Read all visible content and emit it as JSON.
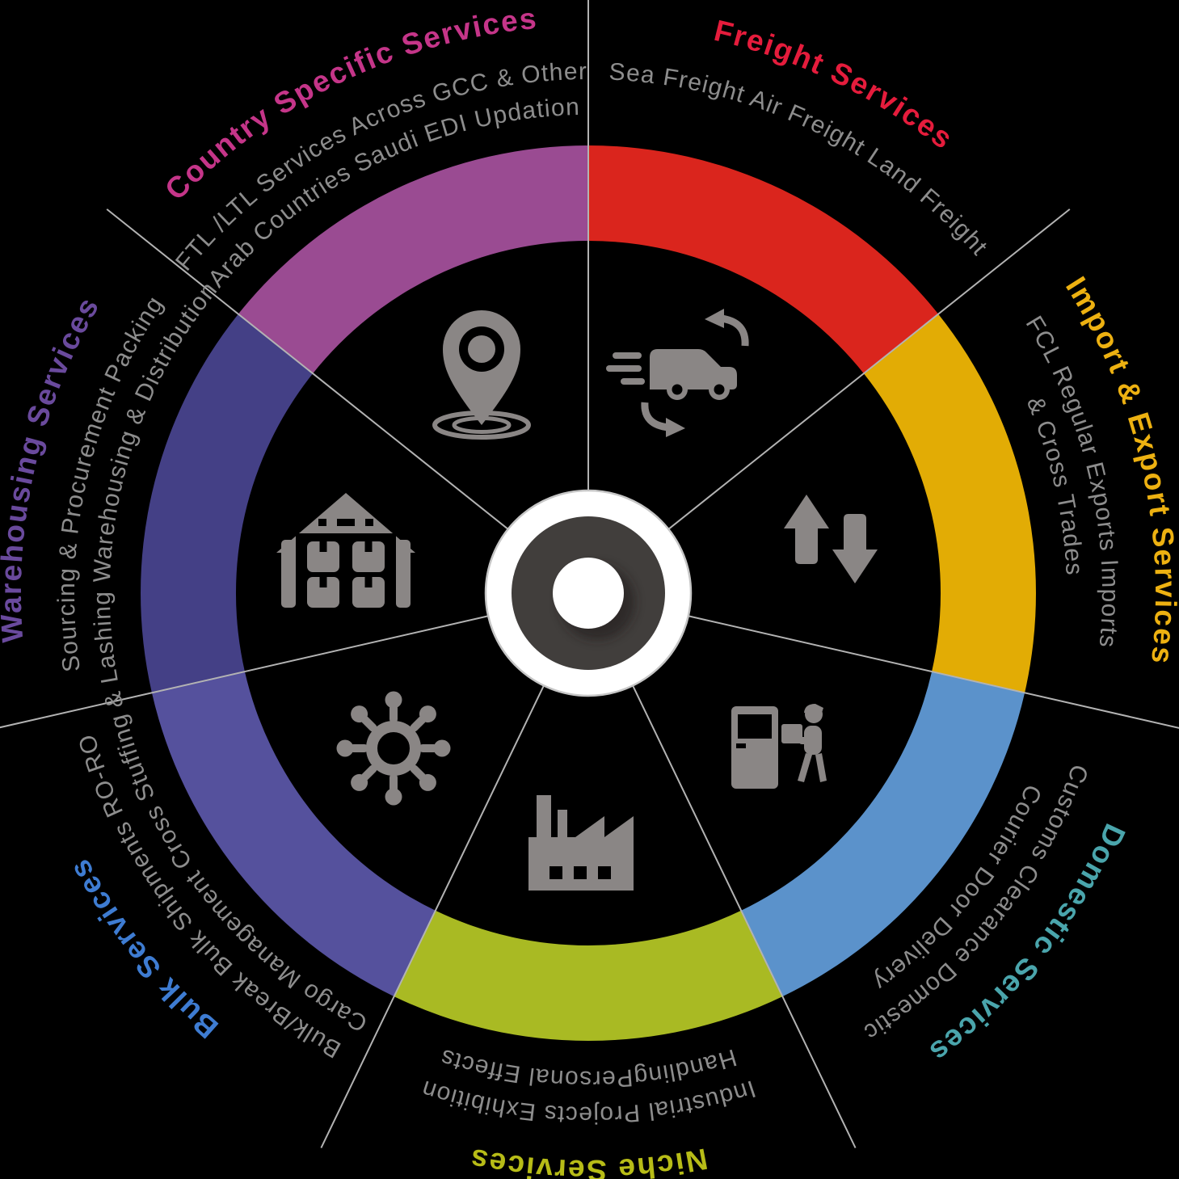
{
  "sectors": [
    {
      "id": "freight-services",
      "title": "Freight Services",
      "subtitle_line1": "Sea Freight Air Freight Land Freight",
      "subtitle_line2": "",
      "title_color": "#e51c3c",
      "ring_color": "#da251d",
      "icon": "fast-truck-icon"
    },
    {
      "id": "import-export-services",
      "title": "Import & Export Services",
      "subtitle_line1": "FCL Regular Exports Imports",
      "subtitle_line2": "& Cross Trades",
      "title_color": "#edb111",
      "ring_color": "#e2ac05",
      "icon": "up-down-arrows-icon"
    },
    {
      "id": "domestic-services",
      "title": "Domestic Services",
      "subtitle_line1": "Customs Clearance Domestic",
      "subtitle_line2": "Courier Door Delivery",
      "title_color": "#4aa5ac",
      "ring_color": "#5b92cb",
      "icon": "door-delivery-icon"
    },
    {
      "id": "niche-services",
      "title": "Niche Services",
      "subtitle_line1": "Industrial Projects Exhibition",
      "subtitle_line2": "HandlingPersonal Effects",
      "title_color": "#b7bc17",
      "ring_color": "#a9ba23",
      "icon": "factory-icon"
    },
    {
      "id": "bulk-services",
      "title": "Bulk Services",
      "subtitle_line1": "Bulk/Break Bulk Shipments RO-RO",
      "subtitle_line2": "Cargo Management Cross Stuffing",
      "title_color": "#3e7cd2",
      "ring_color": "#55519d",
      "icon": "cargo-hub-icon"
    },
    {
      "id": "warehousing-services",
      "title": "Warehousing Services",
      "subtitle_line1": "Sourcing & Procurement Packing",
      "subtitle_line2": "& Lashing Warehousing & Distribution",
      "title_color": "#6a4a9d",
      "ring_color": "#444086",
      "icon": "warehouse-icon"
    },
    {
      "id": "country-specific-services",
      "title": "Country Specific Services",
      "subtitle_line1": "FTL /LTL Services Across GCC  &  Other",
      "subtitle_line2": "Arab Countries Saudi EDI Updation",
      "title_color": "#c53589",
      "ring_color": "#9a4b92",
      "icon": "location-pin-icon"
    }
  ],
  "colors": {
    "background": "#000000",
    "icon": "#8a8685",
    "subtitle_text": "#8d8d8d",
    "divider": "#b3b3b3",
    "hub_dark": "#413e3c",
    "hub_white": "#ffffff"
  }
}
